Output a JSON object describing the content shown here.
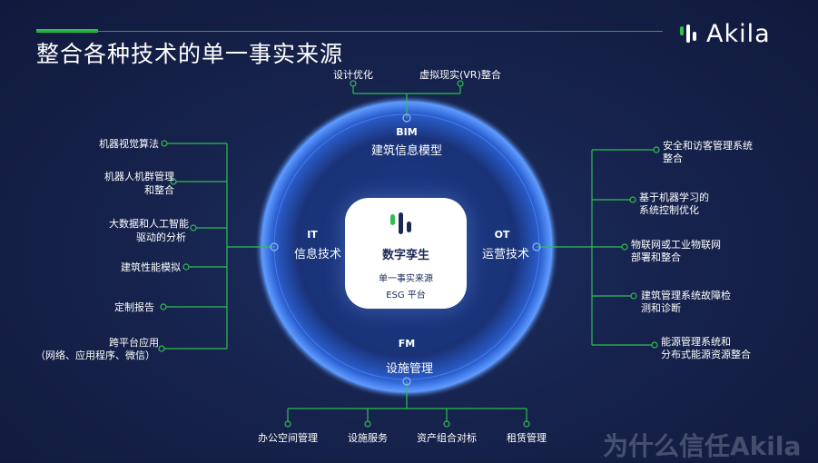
{
  "title": "整合各种技术的单一事实来源",
  "brand": {
    "name": "Akila",
    "logo_icon": "akila-bars-icon"
  },
  "core": {
    "title": "数字孪生",
    "subtitle_line1": "单一事实来源",
    "subtitle_line2": "ESG 平台"
  },
  "sections": {
    "bim": {
      "abbr": "BIM",
      "name": "建筑信息模型"
    },
    "it": {
      "abbr": "IT",
      "name": "信息技术"
    },
    "ot": {
      "abbr": "OT",
      "name": "运营技术"
    },
    "fm": {
      "abbr": "FM",
      "name": "设施管理"
    }
  },
  "bim_items": [
    "设计优化",
    "虚拟现实(VR)整合"
  ],
  "it_items": [
    {
      "line1": "机器视觉算法",
      "line2": ""
    },
    {
      "line1": "机器人机群管理",
      "line2": "和整合"
    },
    {
      "line1": "大数据和人工智能",
      "line2": "驱动的分析"
    },
    {
      "line1": "建筑性能模拟",
      "line2": ""
    },
    {
      "line1": "定制报告",
      "line2": ""
    },
    {
      "line1": "跨平台应用",
      "line2": "（网络、应用程序、微信）"
    }
  ],
  "ot_items": [
    {
      "line1": "安全和访客管理系统",
      "line2": "整合"
    },
    {
      "line1": "基于机器学习的",
      "line2": "系统控制优化"
    },
    {
      "line1": "物联网或工业物联网",
      "line2": "部署和整合"
    },
    {
      "line1": "建筑管理系统故障检",
      "line2": "测和诊断"
    },
    {
      "line1": "能源管理系统和",
      "line2": "分布式能源资源整合"
    }
  ],
  "fm_items": [
    "办公空间管理",
    "设施服务",
    "资产组合对标",
    "租赁管理"
  ],
  "watermark": "为什么信任Akila",
  "colors": {
    "line": "#2fbf4f",
    "background": "#16234d",
    "core_text": "#1b2a55"
  }
}
